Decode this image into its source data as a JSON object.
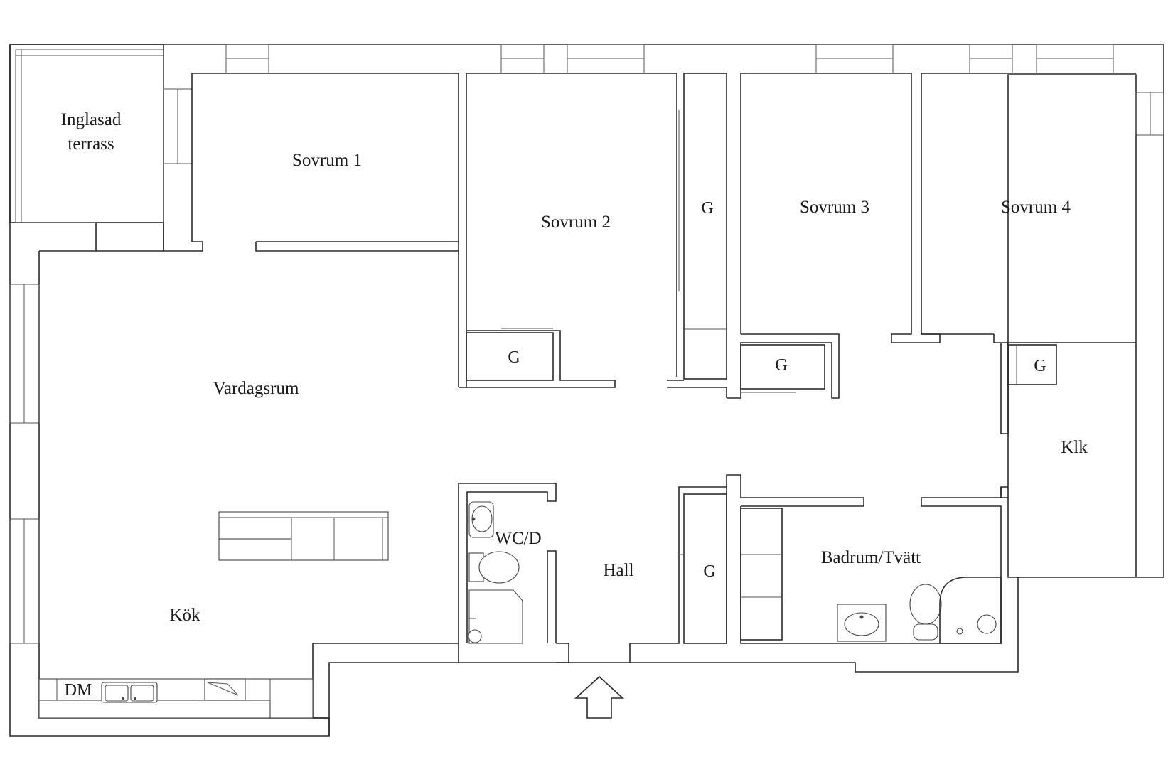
{
  "rooms": {
    "terrace_line1": "Inglasad",
    "terrace_line2": "terrass",
    "bedroom1": "Sovrum 1",
    "bedroom2": "Sovrum 2",
    "bedroom3": "Sovrum 3",
    "bedroom4": "Sovrum 4",
    "living": "Vardagsrum",
    "kitchen": "Kök",
    "wc": "WC/D",
    "hall": "Hall",
    "bath": "Badrum/Tvätt",
    "walkin": "Klk"
  },
  "storage": {
    "label": "G"
  },
  "appliances": {
    "dishwasher": "DM"
  }
}
